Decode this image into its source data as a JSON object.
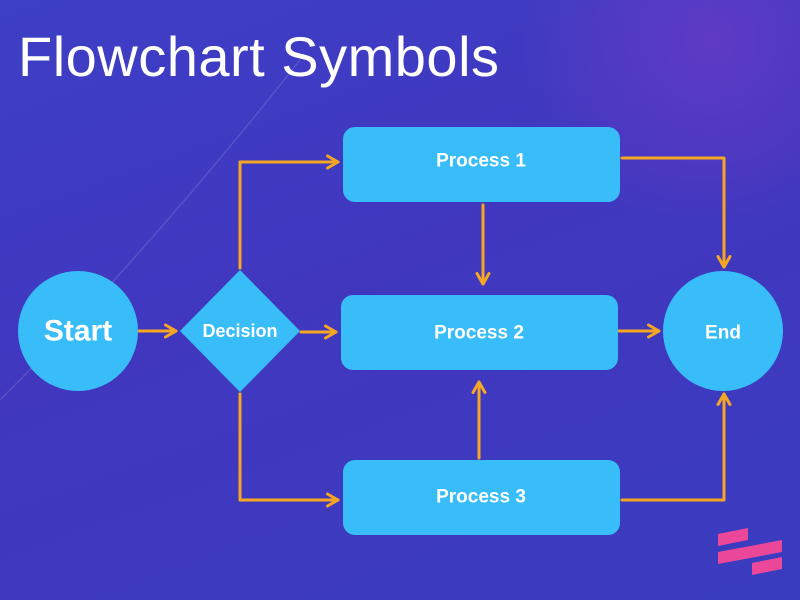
{
  "title": "Flowchart Symbols",
  "colors": {
    "background": "#3c3cc2",
    "node_fill": "#38bdf8",
    "connector": "#f5a623",
    "text": "#ffffff",
    "logo": "#ec4899"
  },
  "nodes": {
    "start": {
      "label": "Start",
      "shape": "circle"
    },
    "decision": {
      "label": "Decision",
      "shape": "diamond"
    },
    "process1": {
      "label": "Process 1",
      "shape": "rounded-rectangle"
    },
    "process2": {
      "label": "Process 2",
      "shape": "rounded-rectangle"
    },
    "process3": {
      "label": "Process 3",
      "shape": "rounded-rectangle"
    },
    "end": {
      "label": "End",
      "shape": "circle"
    }
  },
  "edges": [
    {
      "from": "start",
      "to": "decision"
    },
    {
      "from": "decision",
      "to": "process1"
    },
    {
      "from": "decision",
      "to": "process2"
    },
    {
      "from": "decision",
      "to": "process3"
    },
    {
      "from": "process1",
      "to": "process2"
    },
    {
      "from": "process3",
      "to": "process2"
    },
    {
      "from": "process1",
      "to": "end"
    },
    {
      "from": "process2",
      "to": "end"
    },
    {
      "from": "process3",
      "to": "end"
    }
  ],
  "logo_icon": "brand-stripes-icon"
}
